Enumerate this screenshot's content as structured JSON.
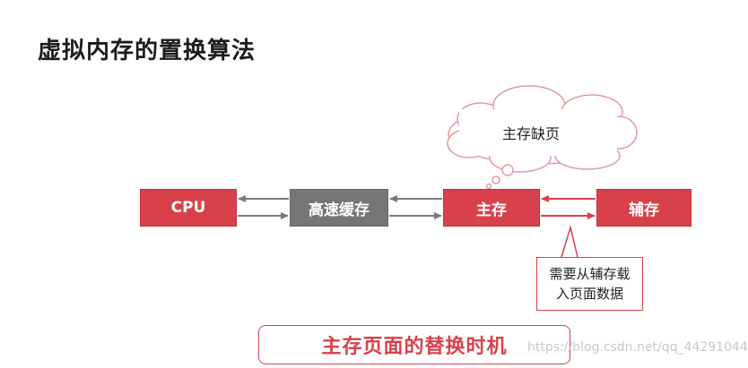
{
  "title": "虚拟内存的置换算法",
  "boxes": {
    "cpu": "CPU",
    "cache": "高速缓存",
    "main_memory": "主存",
    "auxiliary": "辅存"
  },
  "cloud": {
    "label": "主存缺页"
  },
  "note": {
    "line1": "需要从辅存载",
    "line2": "入页面数据"
  },
  "bottom_box": {
    "label": "主存页面的替换时机"
  },
  "watermark": "https://blog.csdn.net/qq_44291044",
  "colors": {
    "accent_red": "#d9414a",
    "gray_box": "#767676",
    "arrow_gray": "#7a7a7a"
  }
}
